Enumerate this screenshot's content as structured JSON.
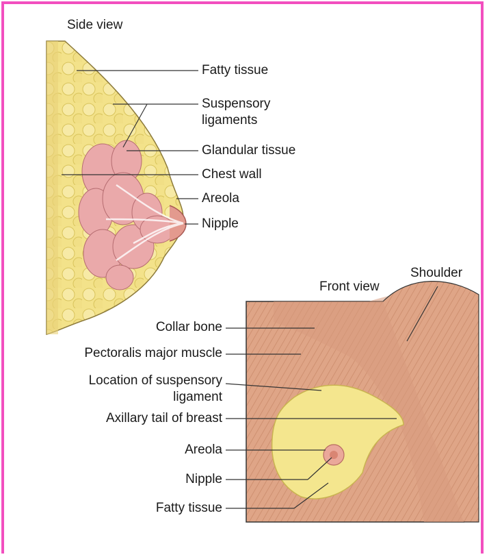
{
  "frame_color": "#f24fbf",
  "side_view": {
    "title": "Side view",
    "labels": {
      "fatty_tissue": "Fatty tissue",
      "suspensory_1": "Suspensory",
      "suspensory_2": "ligaments",
      "glandular": "Glandular tissue",
      "chest_wall": "Chest wall",
      "areola": "Areola",
      "nipple": "Nipple"
    }
  },
  "front_view": {
    "title": "Front view",
    "shoulder": "Shoulder",
    "labels": {
      "collar_bone": "Collar bone",
      "pectoralis": "Pectoralis major muscle",
      "location_1": "Location of suspensory",
      "location_2": "ligament",
      "axillary": "Axillary tail of breast",
      "areola": "Areola",
      "nipple": "Nipple",
      "fatty_tissue": "Fatty tissue"
    }
  },
  "colors": {
    "fat": "#f0dc7a",
    "gland": "#e9a7a8",
    "muscle": "#dca080",
    "muscle_dark": "#c98a6a",
    "outline": "#555555"
  }
}
